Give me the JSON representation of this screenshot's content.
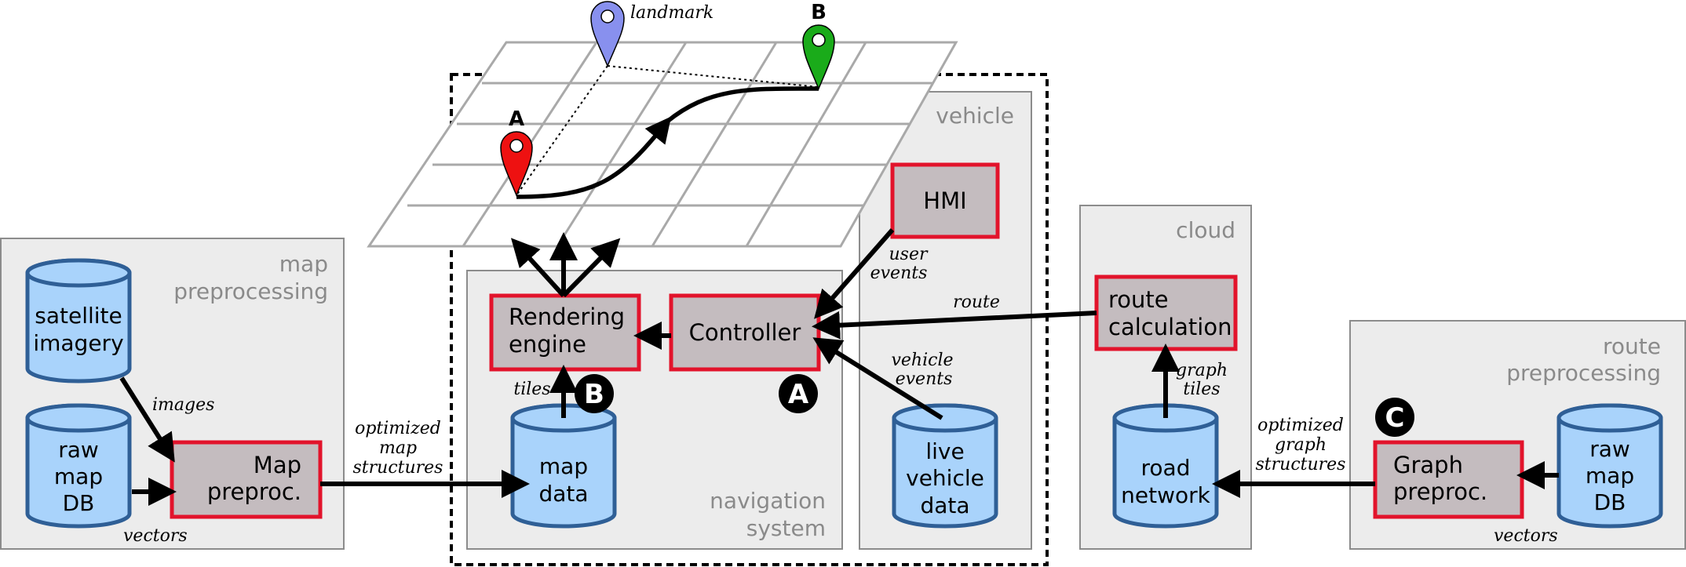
{
  "regions": {
    "map_preprocessing": {
      "line1": "map",
      "line2": "preprocessing"
    },
    "navigation_system": {
      "line1": "navigation",
      "line2": "system"
    },
    "vehicle": {
      "title": "vehicle"
    },
    "cloud": {
      "title": "cloud"
    },
    "route_preprocessing": {
      "line1": "route",
      "line2": "preprocessing"
    }
  },
  "databases": {
    "satellite_imagery": {
      "line1": "satellite",
      "line2": "imagery"
    },
    "raw_map_db_left": {
      "line1": "raw",
      "line2": "map",
      "line3": "DB"
    },
    "map_data": {
      "line1": "map",
      "line2": "data"
    },
    "live_vehicle_data": {
      "line1": "live",
      "line2": "vehicle",
      "line3": "data"
    },
    "road_network": {
      "line1": "road",
      "line2": "network"
    },
    "raw_map_db_right": {
      "line1": "raw",
      "line2": "map",
      "line3": "DB"
    }
  },
  "processes": {
    "map_preproc": {
      "line1": "Map",
      "line2": "preproc."
    },
    "rendering_engine": {
      "line1": "Rendering",
      "line2": "engine"
    },
    "controller": {
      "line1": "Controller"
    },
    "hmi": {
      "line1": "HMI"
    },
    "route_calculation": {
      "line1": "route",
      "line2": "calculation"
    },
    "graph_preproc": {
      "line1": "Graph",
      "line2": "preproc."
    }
  },
  "edge_labels": {
    "images": "images",
    "vectors_left": "vectors",
    "optimized_map_structures": {
      "line1": "optimized",
      "line2": "map",
      "line3": "structures"
    },
    "tiles": "tiles",
    "user_events": {
      "line1": "user",
      "line2": "events"
    },
    "route": "route",
    "vehicle_events": {
      "line1": "vehicle",
      "line2": "events"
    },
    "graph_tiles": {
      "line1": "graph",
      "line2": "tiles"
    },
    "optimized_graph_structures": {
      "line1": "optimized",
      "line2": "graph",
      "line3": "structures"
    },
    "vectors_right": "vectors",
    "landmark": "landmark"
  },
  "pins": {
    "start": "A",
    "end": "B"
  },
  "badges": {
    "controller": "A",
    "rendering": "B",
    "graph": "C"
  },
  "colors": {
    "region_fill": "#ececec",
    "region_stroke": "#8c8c8c",
    "db_fill": "#a9d3fb",
    "db_stroke": "#2f5f96",
    "process_fill": "#c4bcbf",
    "process_stroke": "#e2132b",
    "grid_stroke": "#a9a9a9",
    "pin_start": "#ee1111",
    "pin_end": "#1aab1a",
    "pin_landmark": "#8890ee"
  }
}
